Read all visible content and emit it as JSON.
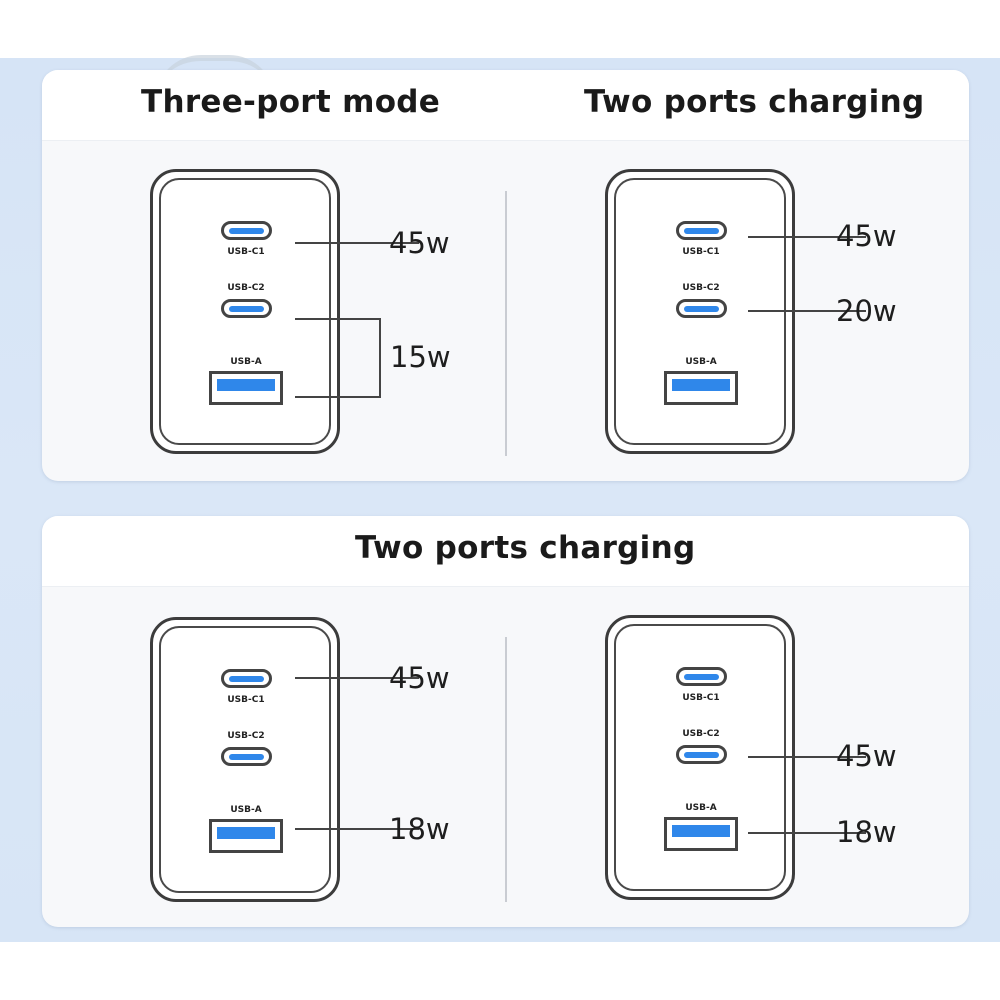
{
  "top_card": {
    "left_panel": {
      "title": "Three-port mode",
      "ports": {
        "c1": "USB-C1",
        "c2": "USB-C2",
        "a": "USB-A"
      },
      "outputs": {
        "c1": "45w",
        "c2_and_a_shared": "15w"
      }
    },
    "right_panel": {
      "title": "Two ports charging",
      "ports": {
        "c1": "USB-C1",
        "c2": "USB-C2",
        "a": "USB-A"
      },
      "outputs": {
        "c1": "45w",
        "c2": "20w"
      }
    }
  },
  "bottom_card": {
    "title": "Two ports charging",
    "left_panel": {
      "ports": {
        "c1": "USB-C1",
        "c2": "USB-C2",
        "a": "USB-A"
      },
      "outputs": {
        "c1": "45w",
        "a": "18w"
      }
    },
    "right_panel": {
      "ports": {
        "c1": "USB-C1",
        "c2": "USB-C2",
        "a": "USB-A"
      },
      "outputs": {
        "c2": "45w",
        "a": "18w"
      }
    }
  },
  "colors": {
    "port_accent": "#2f87ea",
    "background": "#d6e4f6",
    "card": "#f7f8fa",
    "outline": "#3c3c3c"
  }
}
